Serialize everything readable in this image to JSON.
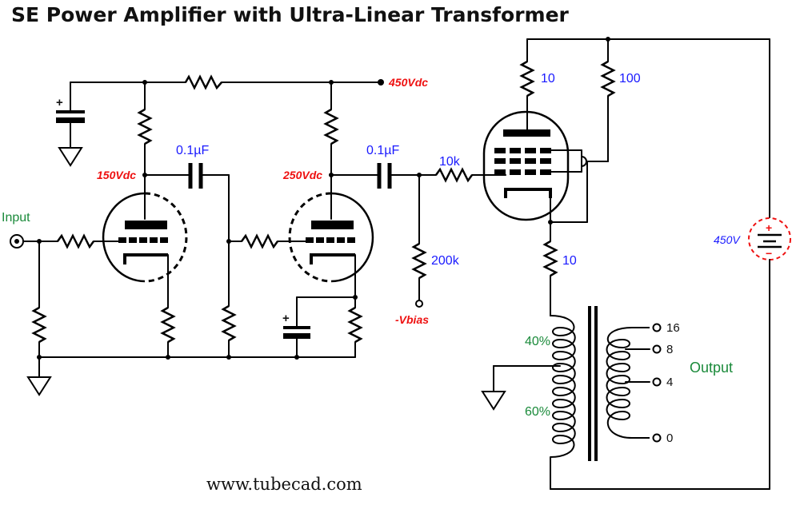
{
  "title": "SE Power Amplifier with Ultra-Linear Transformer",
  "labels": {
    "input": "Input",
    "supply_top": "450Vdc",
    "v1_plate": "150Vdc",
    "v2_plate": "250Vdc",
    "cap1": "0.1µF",
    "cap2": "0.1µF",
    "r_grid": "10k",
    "r_bias": "200k",
    "vbias": "-Vbias",
    "r_g2": "10",
    "r_g2b": "100",
    "r_plate": "10",
    "supply_right": "450V",
    "tap_40": "40%",
    "tap_60": "60%",
    "output": "Output",
    "tap16": "16",
    "tap8": "8",
    "tap4": "4",
    "tap0": "0",
    "battery_plus": "+",
    "battery_minus": "−",
    "cap_plus_1": "+",
    "cap_plus_2": "+"
  },
  "footer": "www.tubecad.com",
  "colors": {
    "blue": "#1a1aff",
    "red": "#e11111",
    "green": "#1a8a3a",
    "ink": "#000000"
  }
}
